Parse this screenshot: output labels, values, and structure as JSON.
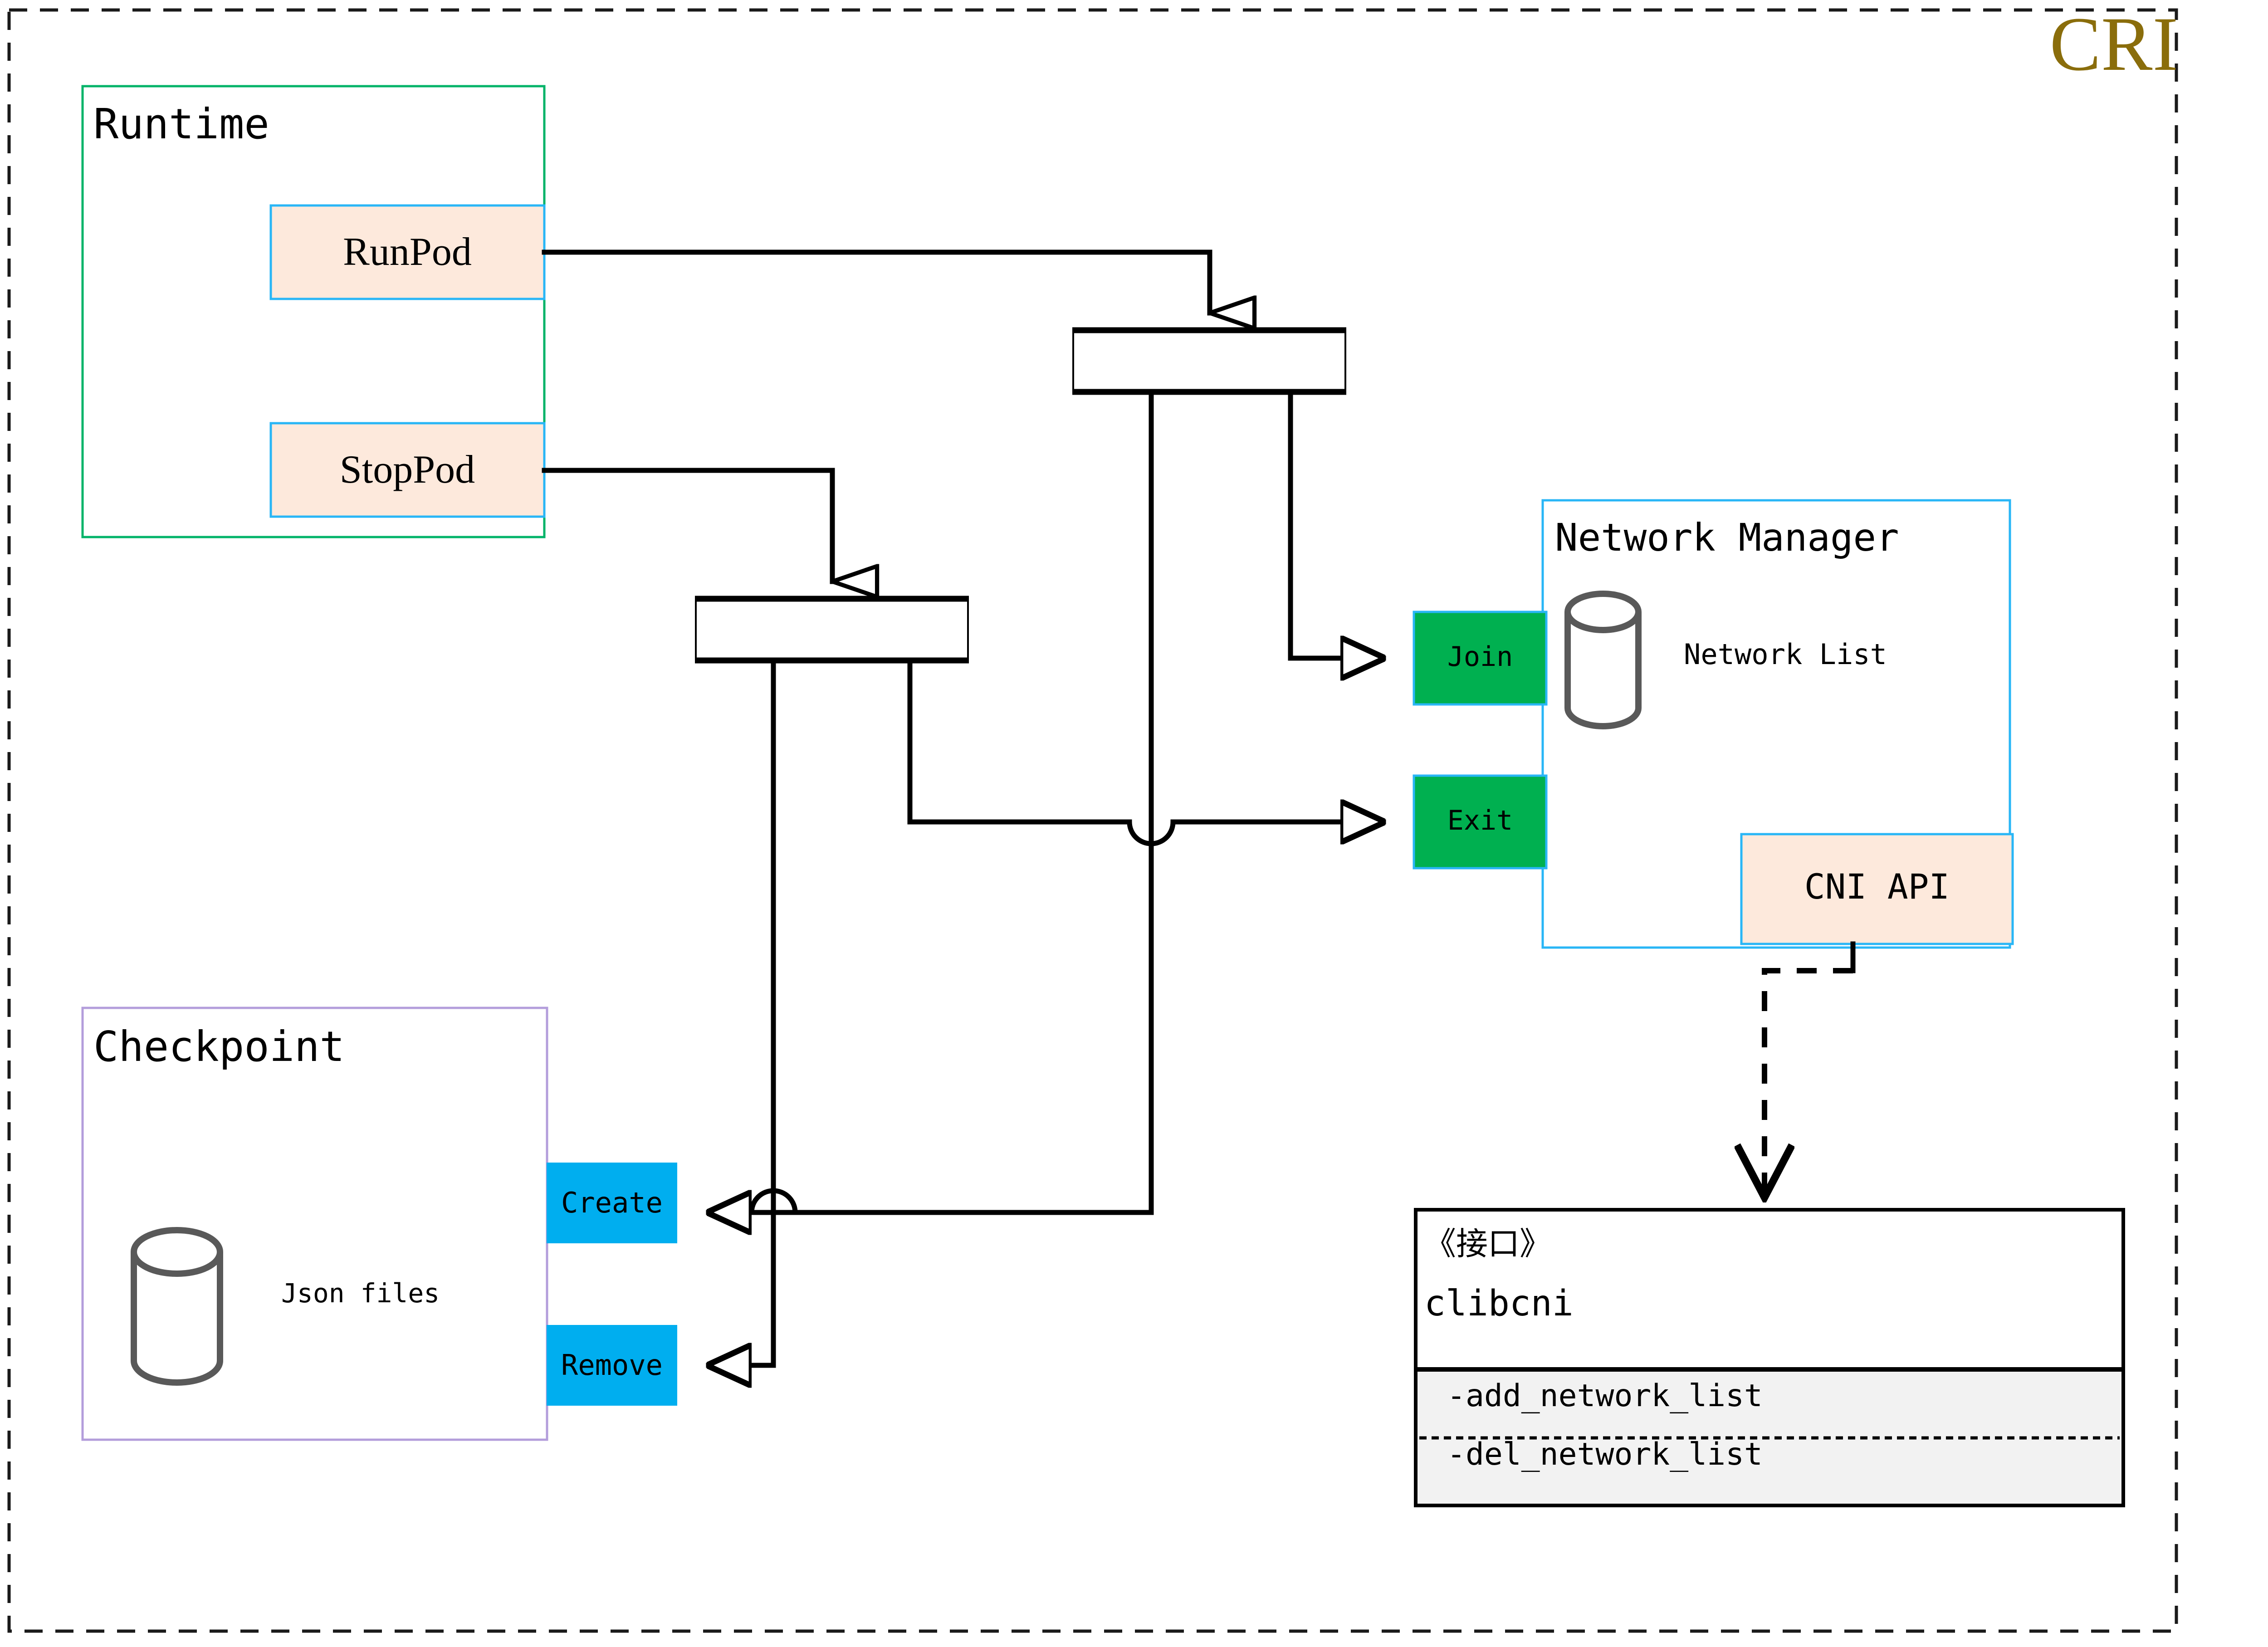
{
  "diagram": {
    "title": "CRI",
    "title_color": "#8a6d0b",
    "outer_border": "dashed-black"
  },
  "palette": {
    "peach_fill": "#fde9dc",
    "blue_border": "#29b6f6",
    "green_border": "#00b368",
    "purple_border": "#b39ddb",
    "green_fill": "#00b050",
    "cyan_fill": "#00aeef",
    "cylinder_stroke": "#595959",
    "line": "#000000",
    "gray_panel": "#f2f2f2"
  },
  "runtime": {
    "title": "Runtime",
    "operations": [
      {
        "label": "RunPod"
      },
      {
        "label": "StopPod"
      }
    ]
  },
  "checkpoint": {
    "title": "Checkpoint",
    "store_label": "Json files",
    "operations": [
      {
        "label": "Create"
      },
      {
        "label": "Remove"
      }
    ]
  },
  "network_manager": {
    "title": "Network Manager",
    "store_label": "Network List",
    "api_label": "CNI API",
    "ports": [
      {
        "label": "Join"
      },
      {
        "label": "Exit"
      }
    ]
  },
  "clibcni": {
    "stereotype": "《接口》",
    "name": "clibcni",
    "methods": [
      {
        "label": "-add_network_list"
      },
      {
        "label": "-del_network_list"
      }
    ]
  },
  "forks": [
    {
      "name": "runpod-fork"
    },
    {
      "name": "stoppod-fork"
    }
  ]
}
